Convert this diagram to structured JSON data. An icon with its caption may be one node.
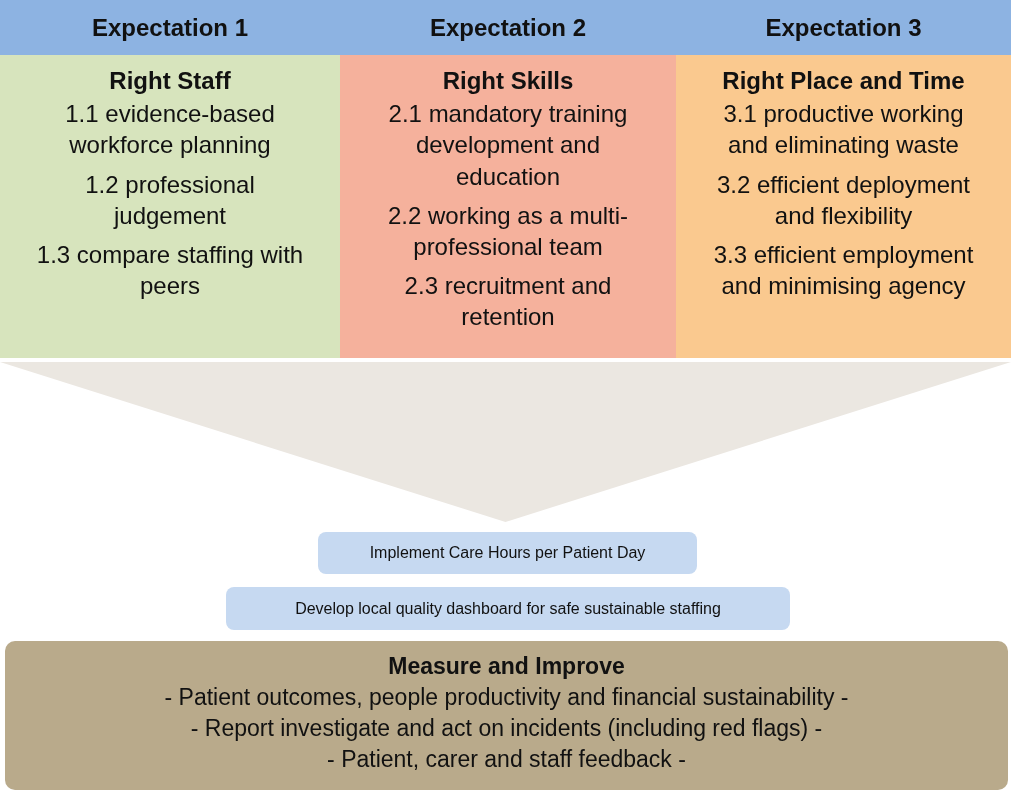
{
  "diagram": {
    "nodes": [
      {
        "text": [
          "Expectation 1"
        ]
      },
      {
        "text": [
          "Right Staff",
          "1.1 evidence-based workforce planning",
          "1.2 professional judgement",
          "1.3 compare staffing with peers"
        ]
      },
      {
        "text": [
          "Expectation 2"
        ]
      },
      {
        "text": [
          "Right Skills",
          "2.1 mandatory training development and education",
          "2.2 working as a multi-professional team",
          "2.3 recruitment and retention"
        ]
      },
      {
        "text": [
          "Expectation 3"
        ]
      },
      {
        "text": [
          "Right Place and Time",
          "3.1 productive working and eliminating waste",
          "3.2 efficient deployment and flexibility",
          "3.3 efficient employment and minimising agency"
        ]
      },
      {
        "text": [],
        "shape": "triangle"
      },
      {
        "text": [
          "Implement Care Hours per Patient Day"
        ]
      },
      {
        "text": [
          "Develop local quality dashboard for safe sustainable staffing"
        ]
      },
      {
        "text": [
          "Measure and Improve",
          "- Patient outcomes, people productivity and financial sustainability -",
          "- Report investigate and act on incidents (including red flags) -",
          "- Patient, carer and staff feedback -"
        ]
      }
    ]
  }
}
